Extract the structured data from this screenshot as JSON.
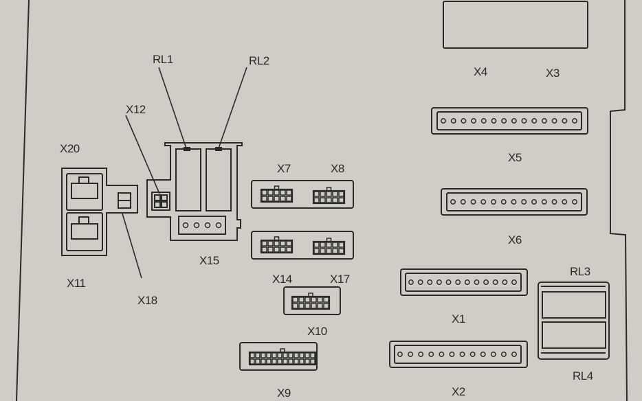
{
  "diagram": {
    "title": "Control board connector layout",
    "colors": {
      "paper": "#cfcdc6",
      "ink": "#2a2a2a"
    },
    "labels": {
      "rl1": "RL1",
      "rl2": "RL2",
      "rl3": "RL3",
      "rl4": "RL4",
      "x1": "X1",
      "x2": "X2",
      "x3": "X3",
      "x4": "X4",
      "x5": "X5",
      "x6": "X6",
      "x7": "X7",
      "x8": "X8",
      "x9": "X9",
      "x10": "X10",
      "x11": "X11",
      "x12": "X12",
      "x14": "X14",
      "x15": "X15",
      "x17": "X17",
      "x18": "X18",
      "x20": "X20"
    },
    "connectors": [
      {
        "id": "X1",
        "type": "terminal-strip",
        "pins": 12
      },
      {
        "id": "X2",
        "type": "terminal-strip",
        "pins": 12
      },
      {
        "id": "X5",
        "type": "terminal-strip",
        "pins": 14
      },
      {
        "id": "X6",
        "type": "terminal-strip",
        "pins": 13
      },
      {
        "id": "X15",
        "type": "terminal-strip",
        "pins": 4
      },
      {
        "id": "X7",
        "type": "molex",
        "pins": 10
      },
      {
        "id": "X8",
        "type": "molex",
        "pins": 10
      },
      {
        "id": "X14",
        "type": "molex",
        "pins": 10
      },
      {
        "id": "X17",
        "type": "molex",
        "pins": 10
      },
      {
        "id": "X10",
        "type": "molex",
        "pins": 12
      },
      {
        "id": "X9",
        "type": "molex",
        "pins": 24
      },
      {
        "id": "X12",
        "type": "molex",
        "pins": 4
      },
      {
        "id": "X18",
        "type": "molex",
        "pins": 2
      },
      {
        "id": "X11",
        "type": "usb-b",
        "pins": 4
      },
      {
        "id": "X20",
        "type": "usb-b",
        "pins": 4
      }
    ],
    "relays": [
      "RL1",
      "RL2",
      "RL3",
      "RL4"
    ]
  }
}
